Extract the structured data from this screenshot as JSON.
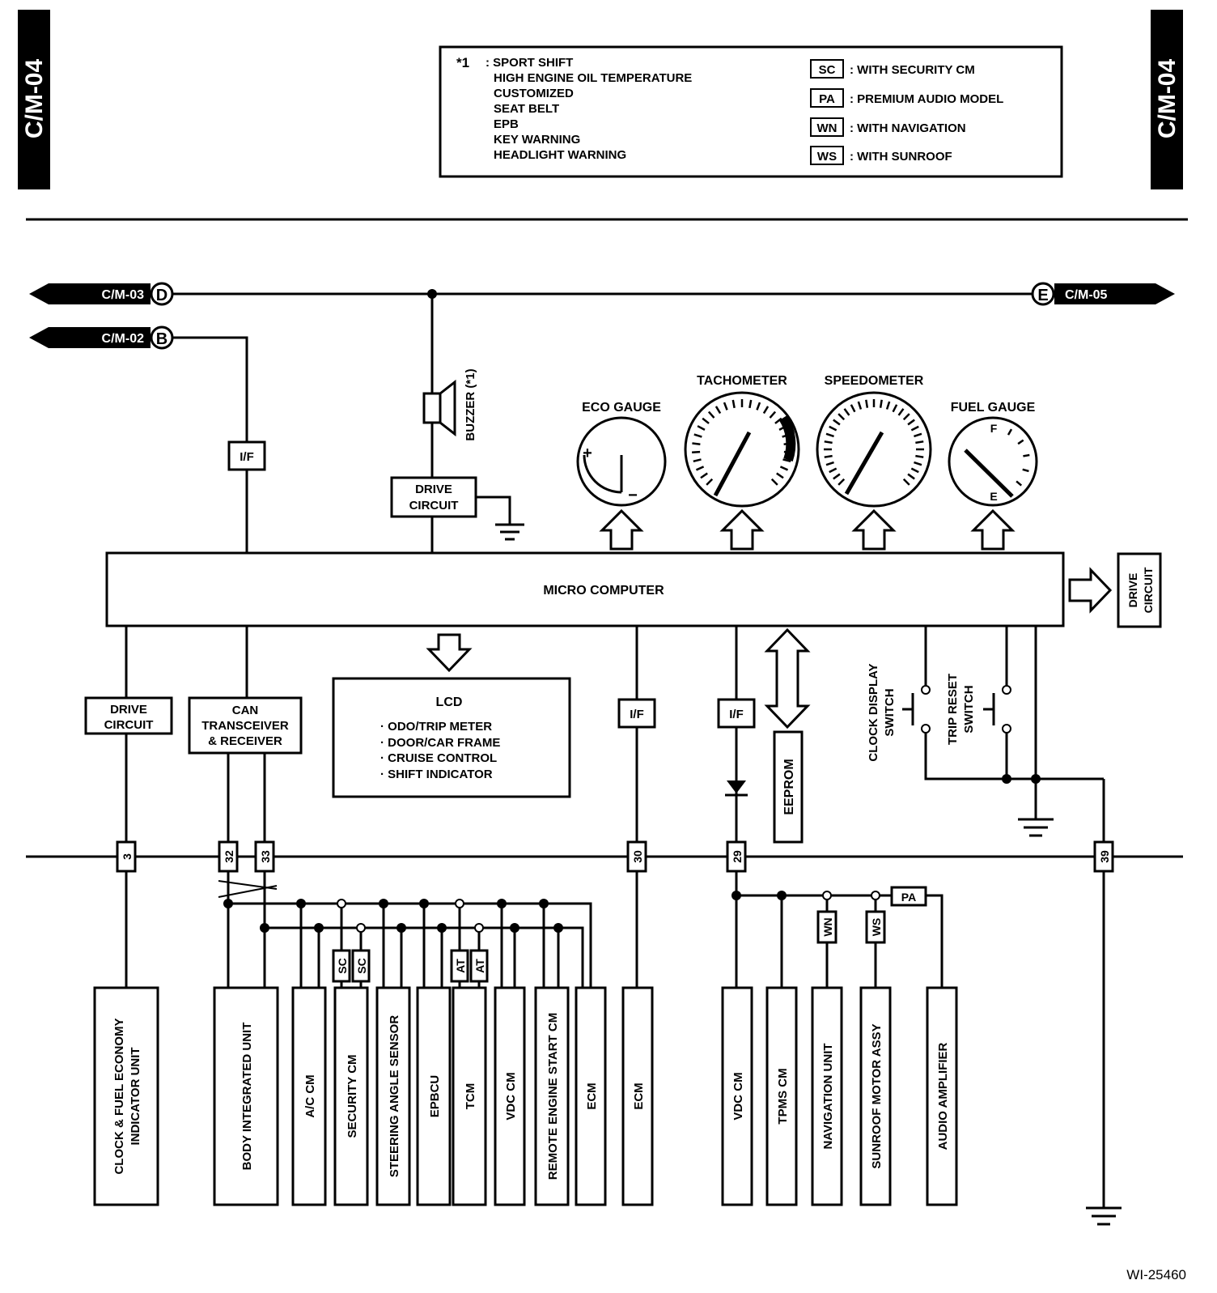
{
  "page_tabs": {
    "left": "C/M-04",
    "right": "C/M-04"
  },
  "legend": {
    "star_mark": "*1",
    "star_items": [
      ": SPORT SHIFT",
      "HIGH ENGINE OIL TEMPERATURE",
      "CUSTOMIZED",
      "SEAT BELT",
      "EPB",
      "KEY WARNING",
      "HEADLIGHT WARNING"
    ],
    "codes": [
      {
        "code": "SC",
        "desc": ": WITH SECURITY CM"
      },
      {
        "code": "PA",
        "desc": ": PREMIUM AUDIO MODEL"
      },
      {
        "code": "WN",
        "desc": ": WITH NAVIGATION"
      },
      {
        "code": "WS",
        "desc": ": WITH SUNROOF"
      }
    ]
  },
  "connectors": {
    "cm03": {
      "label": "C/M-03",
      "letter": "D"
    },
    "cm02": {
      "label": "C/M-02",
      "letter": "B"
    },
    "cm05": {
      "label": "C/M-05",
      "letter": "E"
    }
  },
  "blocks": {
    "interface": "I/F",
    "drive_circuit": [
      "DRIVE",
      "CIRCUIT"
    ],
    "buzzer": "BUZZER (*1)",
    "micro_computer": "MICRO COMPUTER",
    "right_drive_circuit": [
      "DRIVE",
      "CIRCUIT"
    ],
    "can": [
      "CAN",
      "TRANSCEIVER",
      "& RECEIVER"
    ],
    "lcd_title": "LCD",
    "lcd_items": [
      "· ODO/TRIP METER",
      "· DOOR/CAR FRAME",
      "· CRUISE CONTROL",
      "· SHIFT INDICATOR"
    ],
    "eeprom": "EEPROM",
    "clock_switch": [
      "CLOCK DISPLAY",
      "SWITCH"
    ],
    "trip_switch": [
      "TRIP RESET",
      "SWITCH"
    ]
  },
  "gauges": {
    "eco": "ECO GAUGE",
    "tach": "TACHOMETER",
    "speedo": "SPEEDOMETER",
    "fuel": "FUEL GAUGE",
    "eco_plus": "+",
    "eco_minus": "−",
    "fuel_full": "F",
    "fuel_empty": "E"
  },
  "pins": [
    "3",
    "32",
    "33",
    "30",
    "29",
    "39"
  ],
  "tags": {
    "sc": "SC",
    "at": "AT",
    "wn": "WN",
    "ws": "WS",
    "pa": "PA"
  },
  "devices": [
    {
      "id": "clock",
      "lines": [
        "CLOCK & FUEL ECONOMY",
        "INDICATOR UNIT"
      ]
    },
    {
      "id": "body",
      "lines": [
        "BODY INTEGRATED UNIT"
      ]
    },
    {
      "id": "ac",
      "lines": [
        "A/C CM"
      ]
    },
    {
      "id": "security",
      "lines": [
        "SECURITY CM"
      ]
    },
    {
      "id": "steering",
      "lines": [
        "STEERING ANGLE SENSOR"
      ]
    },
    {
      "id": "epbcu",
      "lines": [
        "EPBCU"
      ]
    },
    {
      "id": "tcm",
      "lines": [
        "TCM"
      ]
    },
    {
      "id": "vdc1",
      "lines": [
        "VDC CM"
      ]
    },
    {
      "id": "remote",
      "lines": [
        "REMOTE ENGINE START CM"
      ]
    },
    {
      "id": "ecm1",
      "lines": [
        "ECM"
      ]
    },
    {
      "id": "ecm2",
      "lines": [
        "ECM"
      ]
    },
    {
      "id": "vdc2",
      "lines": [
        "VDC CM"
      ]
    },
    {
      "id": "tpms",
      "lines": [
        "TPMS CM"
      ]
    },
    {
      "id": "nav",
      "lines": [
        "NAVIGATION UNIT"
      ]
    },
    {
      "id": "sunroof",
      "lines": [
        "SUNROOF MOTOR ASSY"
      ]
    },
    {
      "id": "audio",
      "lines": [
        "AUDIO AMPLIFIER"
      ]
    }
  ],
  "figure_id": "WI-25460"
}
